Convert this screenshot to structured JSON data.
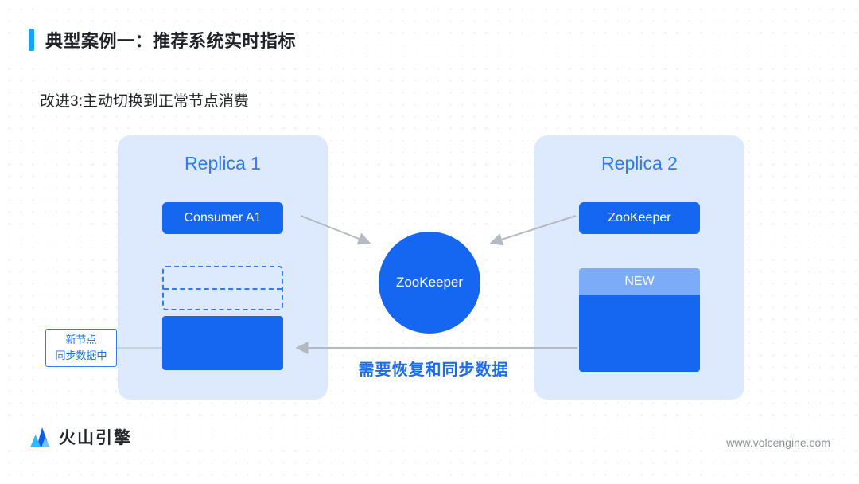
{
  "slide": {
    "title": "典型案例一：推荐系统实时指标",
    "subtitle": "改进3:主动切换到正常节点消费"
  },
  "replica1": {
    "title": "Replica 1",
    "consumer": "Consumer A1"
  },
  "replica2": {
    "title": "Replica 2",
    "zookeeper": "ZooKeeper",
    "new_segment": "NEW"
  },
  "center": {
    "zookeeper": "ZooKeeper"
  },
  "note": {
    "line1": "新节点",
    "line2": "同步数据中"
  },
  "labels": {
    "recover": "需要恢复和同步数据"
  },
  "footer": {
    "brand": "火山引擎",
    "site": "www.volcengine.com"
  },
  "colors": {
    "primary_blue": "#1567f2",
    "replica_bg": "#dde9fc",
    "new_header": "#7cabf7",
    "arrow_gray": "#b3bac2",
    "accent_bar": "#14a5f5",
    "title_text": "#1f2329",
    "label_blue": "#1a6cf5"
  }
}
